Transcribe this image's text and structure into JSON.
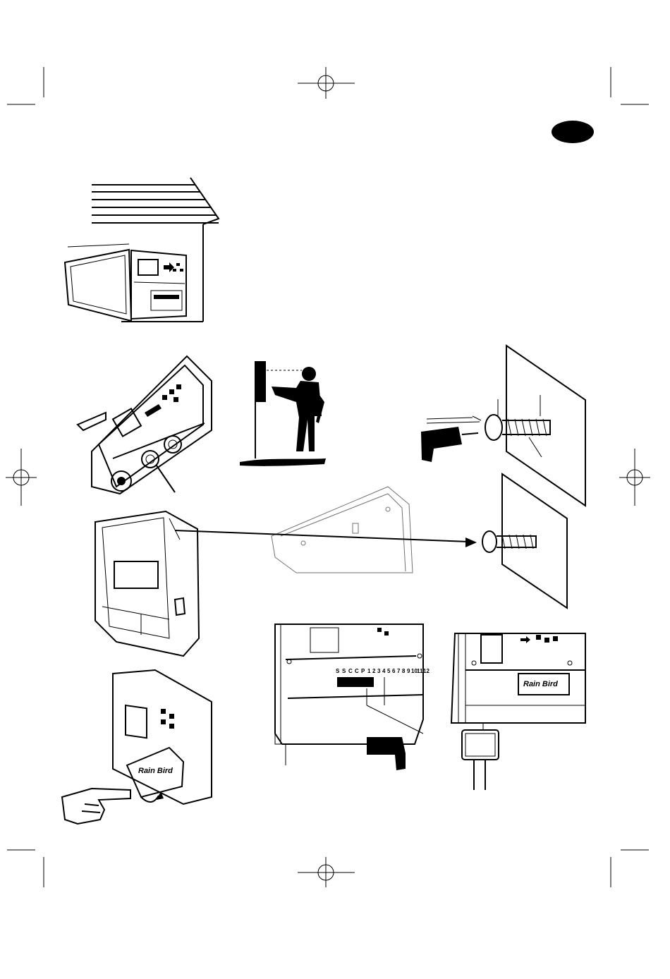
{
  "page": {
    "crop_marks": true,
    "registration_marks": [
      "top",
      "bottom",
      "left",
      "right"
    ],
    "language_tab": {
      "shape": "oval",
      "color": "#000000"
    }
  },
  "illustrations": [
    {
      "name": "wall-mount-location",
      "subjects": [
        "house-roof",
        "controller-open-door"
      ]
    },
    {
      "name": "knockouts-view",
      "subjects": [
        "controller-angled",
        "conduit-knockouts"
      ]
    },
    {
      "name": "eye-level-height",
      "subjects": [
        "person-silhouette",
        "wall",
        "ground"
      ]
    },
    {
      "name": "screw-and-anchor",
      "subjects": [
        "drill",
        "screw",
        "anchor",
        "wall-plate"
      ]
    },
    {
      "name": "hang-controller",
      "subjects": [
        "controller-closed",
        "controller-ghost",
        "screw"
      ]
    },
    {
      "name": "remove-front-panel",
      "subjects": [
        "controller-faceplate",
        "pointing-hand"
      ]
    },
    {
      "name": "drill-bottom-hole",
      "subjects": [
        "terminal-strip",
        "drill"
      ]
    },
    {
      "name": "junction-box",
      "subjects": [
        "controller-faceplate",
        "junction-box",
        "conduit"
      ]
    }
  ],
  "lettering": {
    "brand_logo": "Rain Bird",
    "terminal_labels": [
      "S",
      "S",
      "C",
      "C",
      "P",
      "1",
      "2",
      "3",
      "4",
      "5",
      "6",
      "7",
      "8",
      "9",
      "10",
      "11",
      "12"
    ]
  }
}
